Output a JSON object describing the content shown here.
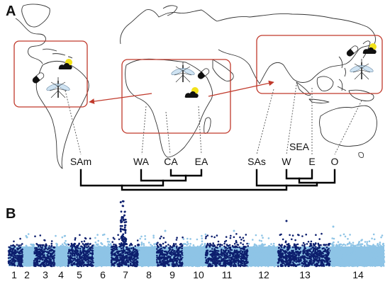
{
  "panel_a": {
    "letter": "A",
    "leaves": [
      {
        "label": "SAm"
      },
      {
        "label": "WA"
      },
      {
        "label": "CA"
      },
      {
        "label": "EA"
      },
      {
        "label": "SAs"
      },
      {
        "label": "W"
      },
      {
        "label": "E"
      },
      {
        "label": "O"
      }
    ],
    "group_label": "SEA",
    "colors": {
      "box": "#c0392b",
      "tree": "#000000",
      "land": "#333333"
    }
  },
  "panel_b": {
    "letter": "B",
    "chromosomes": [
      "1",
      "2",
      "3",
      "4",
      "5",
      "6",
      "7",
      "8",
      "9",
      "10",
      "11",
      "12",
      "13",
      "14"
    ],
    "colors": {
      "dark": "#0d1f6e",
      "light": "#8ec4e6"
    }
  }
}
